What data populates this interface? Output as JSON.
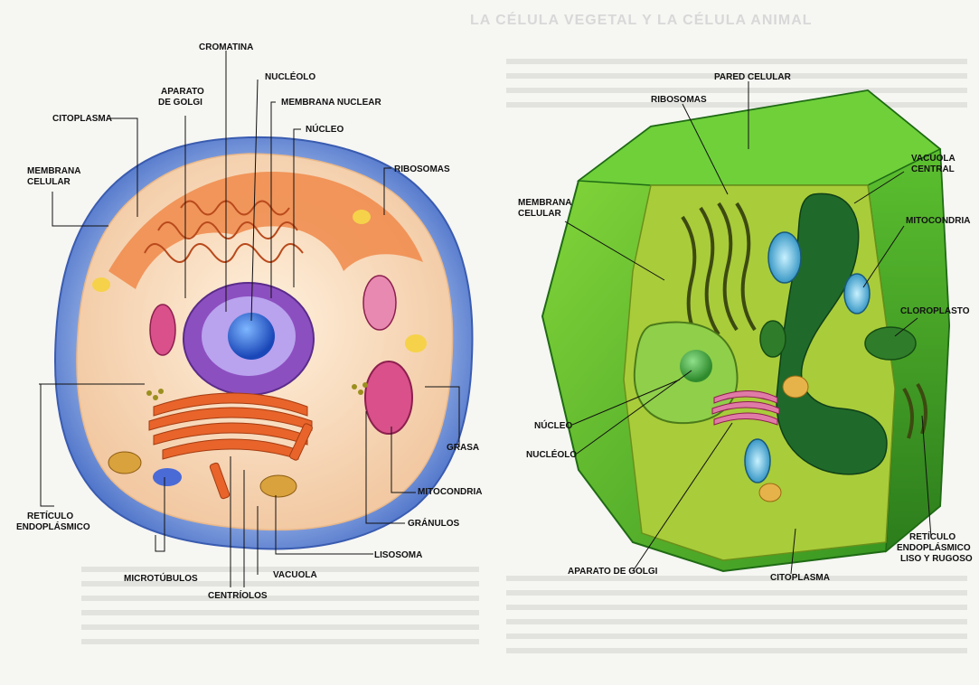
{
  "page": {
    "title": "LA CÉLULA VEGETAL Y LA CÉLULA ANIMAL"
  },
  "animal_cell": {
    "labels": {
      "cromatina": "CROMATINA",
      "nucleolo": "NUCLÉOLO",
      "aparato_golgi_1": "APARATO",
      "aparato_golgi_2": "DE GOLGI",
      "membrana_nuclear": "MEMBRANA NUCLEAR",
      "citoplasma": "CITOPLASMA",
      "nucleo": "NÚCLEO",
      "membrana_celular_1": "MEMBRANA",
      "membrana_celular_2": "CELULAR",
      "ribosomas": "RIBOSOMAS",
      "grasa": "GRASA",
      "mitocondria": "MITOCONDRIA",
      "granulos": "GRÁNULOS",
      "reticulo_1": "RETÍCULO",
      "reticulo_2": "ENDOPLÁSMICO",
      "lisosoma": "LISOSOMA",
      "microtubulos": "MICROTÚBULOS",
      "vacuola": "VACUOLA",
      "centriolos": "CENTRÍOLOS"
    }
  },
  "plant_cell": {
    "labels": {
      "pared_celular": "PARED CELULAR",
      "ribosomas": "RIBOSOMAS",
      "vacuola_central_1": "VACUOLA",
      "vacuola_central_2": "CENTRAL",
      "membrana_celular_1": "MEMBRANA",
      "membrana_celular_2": "CELULAR",
      "mitocondria": "MITOCONDRIA",
      "cloroplasto": "CLOROPLASTO",
      "nucleo": "NÚCLEO",
      "nucleolo": "NUCLÉOLO",
      "aparato_golgi": "APARATO DE GOLGI",
      "citoplasma": "CITOPLASMA",
      "reticulo_1": "RETÍCULO",
      "reticulo_2": "ENDOPLÁSMICO",
      "reticulo_3": "LISO Y RUGOSO"
    }
  },
  "colors": {
    "animal_membrane": "#6f93d6",
    "animal_cytoplasm": "#f6dcc0",
    "golgi": "#e8642a",
    "nucleus_purple": "#8c4fc0",
    "nucleolus_blue": "#2b63d9",
    "mitochondria_pink": "#d9508a",
    "plant_wall": "#4fb82a",
    "plant_cytoplasm": "#a9cc3a",
    "vacuole_dark": "#1f6a2a",
    "chloroplast": "#2f7d2a"
  }
}
